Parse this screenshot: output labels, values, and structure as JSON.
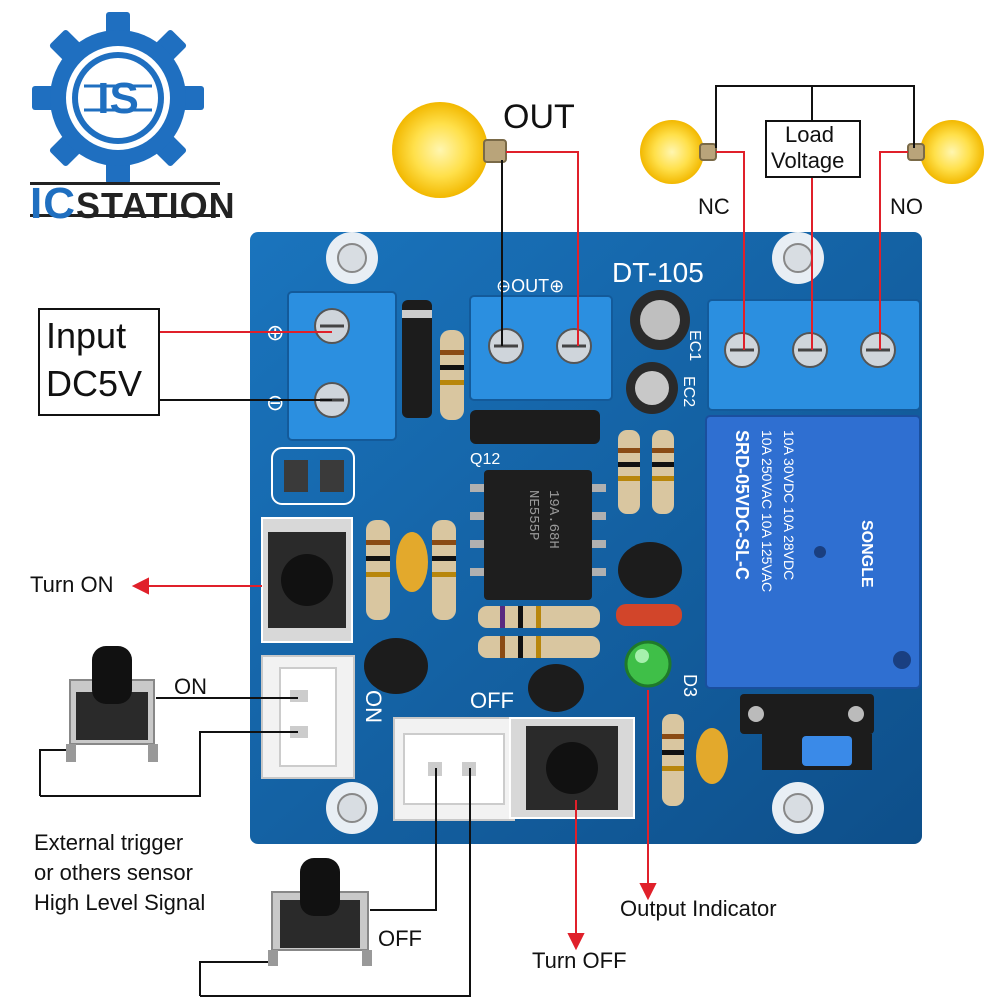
{
  "logo": {
    "badge_text": "IS",
    "wordmark_ic": "IC",
    "wordmark_rest": "STATION",
    "colors": {
      "primary": "#1f6fc0",
      "dark": "#222222"
    }
  },
  "board": {
    "model": "DT-105",
    "out_terminal_label": "⊖OUT⊕",
    "silk_q12": "Q12",
    "silk_ec1": "EC1",
    "silk_ec2": "EC2",
    "silk_d3": "D3",
    "silk_on": "ON",
    "silk_off": "OFF",
    "silk_plus": "⊕",
    "silk_minus": "⊖",
    "chip_lines": [
      "19A.68H",
      "NE555P"
    ],
    "relay_lines": [
      "SRD-05VDC-SL-C",
      "10A 250VAC 10A 125VAC",
      "10A 30VDC 10A 28VDC",
      "SONGLE"
    ],
    "colors": {
      "pcb": "#1565a8",
      "terminal": "#2b8fe0",
      "relay": "#2f6fd1"
    }
  },
  "labels": {
    "out": "OUT",
    "load_voltage_line1": "Load",
    "load_voltage_line2": "Voltage",
    "nc": "NC",
    "no": "NO",
    "input_line1": "Input",
    "input_line2": "DC5V",
    "turn_on": "Turn ON",
    "on": "ON",
    "off": "OFF",
    "external_line1": "External trigger",
    "external_line2": "or others sensor",
    "external_line3": "High Level Signal",
    "output_indicator": "Output Indicator",
    "turn_off": "Turn OFF"
  },
  "wire_colors": {
    "positive": "#e0202a",
    "negative": "#111111"
  }
}
